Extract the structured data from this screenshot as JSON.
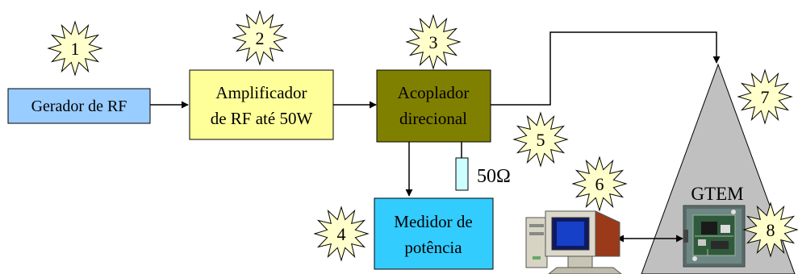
{
  "blocks": {
    "generator": {
      "label": "Gerador de RF",
      "color": "#99ccff"
    },
    "amplifier": {
      "line1": "Amplificador",
      "line2": "de RF até 50W",
      "color": "#ffff99"
    },
    "coupler": {
      "line1": "Acoplador",
      "line2": "direcional",
      "color": "#808000"
    },
    "power_meter": {
      "line1": "Medidor de",
      "line2": "potência",
      "color": "#33ccff"
    },
    "load": {
      "label": "50Ω",
      "color": "#ccffff"
    },
    "gtem": {
      "label": "GTEM",
      "color": "#c0c0c0"
    }
  },
  "stars": [
    "1",
    "2",
    "3",
    "4",
    "5",
    "6",
    "7",
    "8"
  ],
  "star_color": "#ffffcc",
  "icons": [
    "computer-icon",
    "circuit-board-icon"
  ]
}
